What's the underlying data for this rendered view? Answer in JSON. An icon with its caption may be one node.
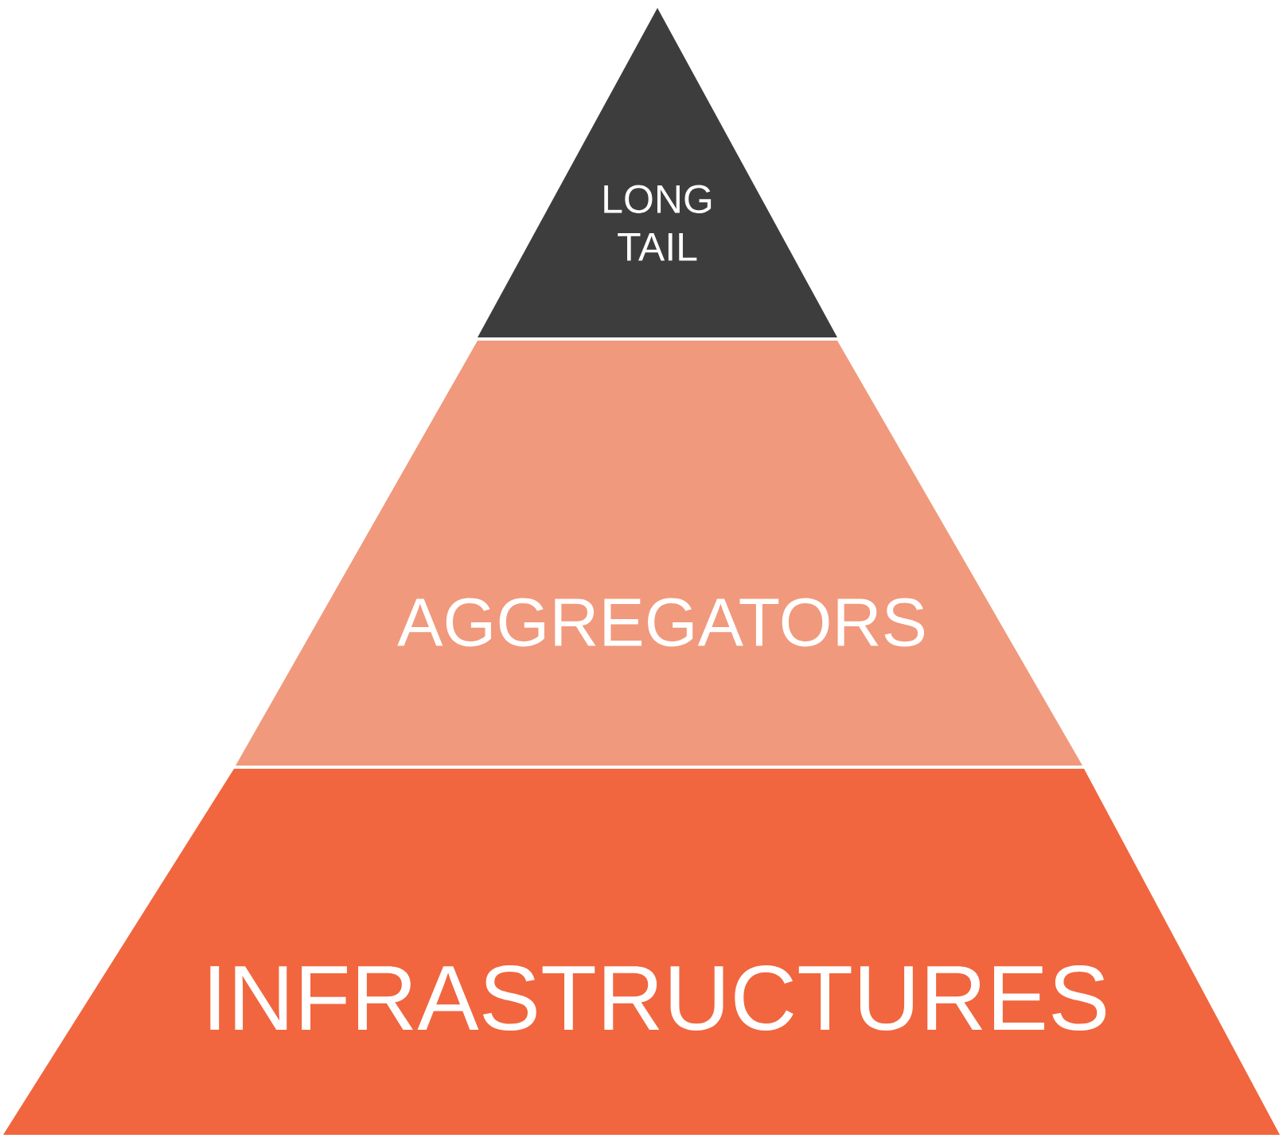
{
  "diagram": {
    "nodes": [
      {
        "text": [
          "LONG TAIL"
        ]
      },
      {
        "text": [
          "AGGREGATORS"
        ]
      },
      {
        "text": [
          "INFRASTRUCTURES"
        ]
      }
    ]
  }
}
